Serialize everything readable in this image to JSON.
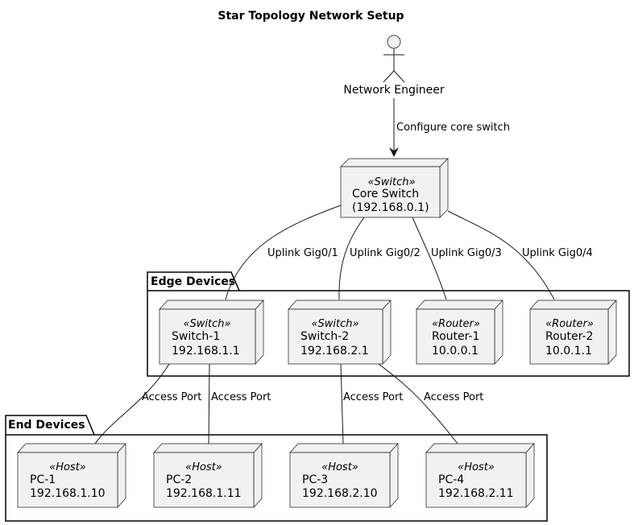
{
  "title": "Star Topology Network Setup",
  "actor": {
    "label": "Network Engineer"
  },
  "packages": {
    "edge": {
      "label": "Edge Devices"
    },
    "end": {
      "label": "End Devices"
    }
  },
  "nodes": {
    "core": {
      "stereotype": "«Switch»",
      "line1": "Core Switch",
      "line2": "(192.168.0.1)"
    },
    "switch1": {
      "stereotype": "«Switch»",
      "line1": "Switch-1",
      "line2": "192.168.1.1"
    },
    "switch2": {
      "stereotype": "«Switch»",
      "line1": "Switch-2",
      "line2": "192.168.2.1"
    },
    "router1": {
      "stereotype": "«Router»",
      "line1": "Router-1",
      "line2": "10.0.0.1"
    },
    "router2": {
      "stereotype": "«Router»",
      "line1": "Router-2",
      "line2": "10.0.1.1"
    },
    "pc1": {
      "stereotype": "«Host»",
      "line1": "PC-1",
      "line2": "192.168.1.10"
    },
    "pc2": {
      "stereotype": "«Host»",
      "line1": "PC-2",
      "line2": "192.168.1.11"
    },
    "pc3": {
      "stereotype": "«Host»",
      "line1": "PC-3",
      "line2": "192.168.2.10"
    },
    "pc4": {
      "stereotype": "«Host»",
      "line1": "PC-4",
      "line2": "192.168.2.11"
    }
  },
  "edges": {
    "configure": "Configure core switch",
    "uplink1": "Uplink Gig0/1",
    "uplink2": "Uplink Gig0/2",
    "uplink3": "Uplink Gig0/3",
    "uplink4": "Uplink Gig0/4",
    "access1": "Access Port",
    "access2": "Access Port",
    "access3": "Access Port",
    "access4": "Access Port"
  }
}
